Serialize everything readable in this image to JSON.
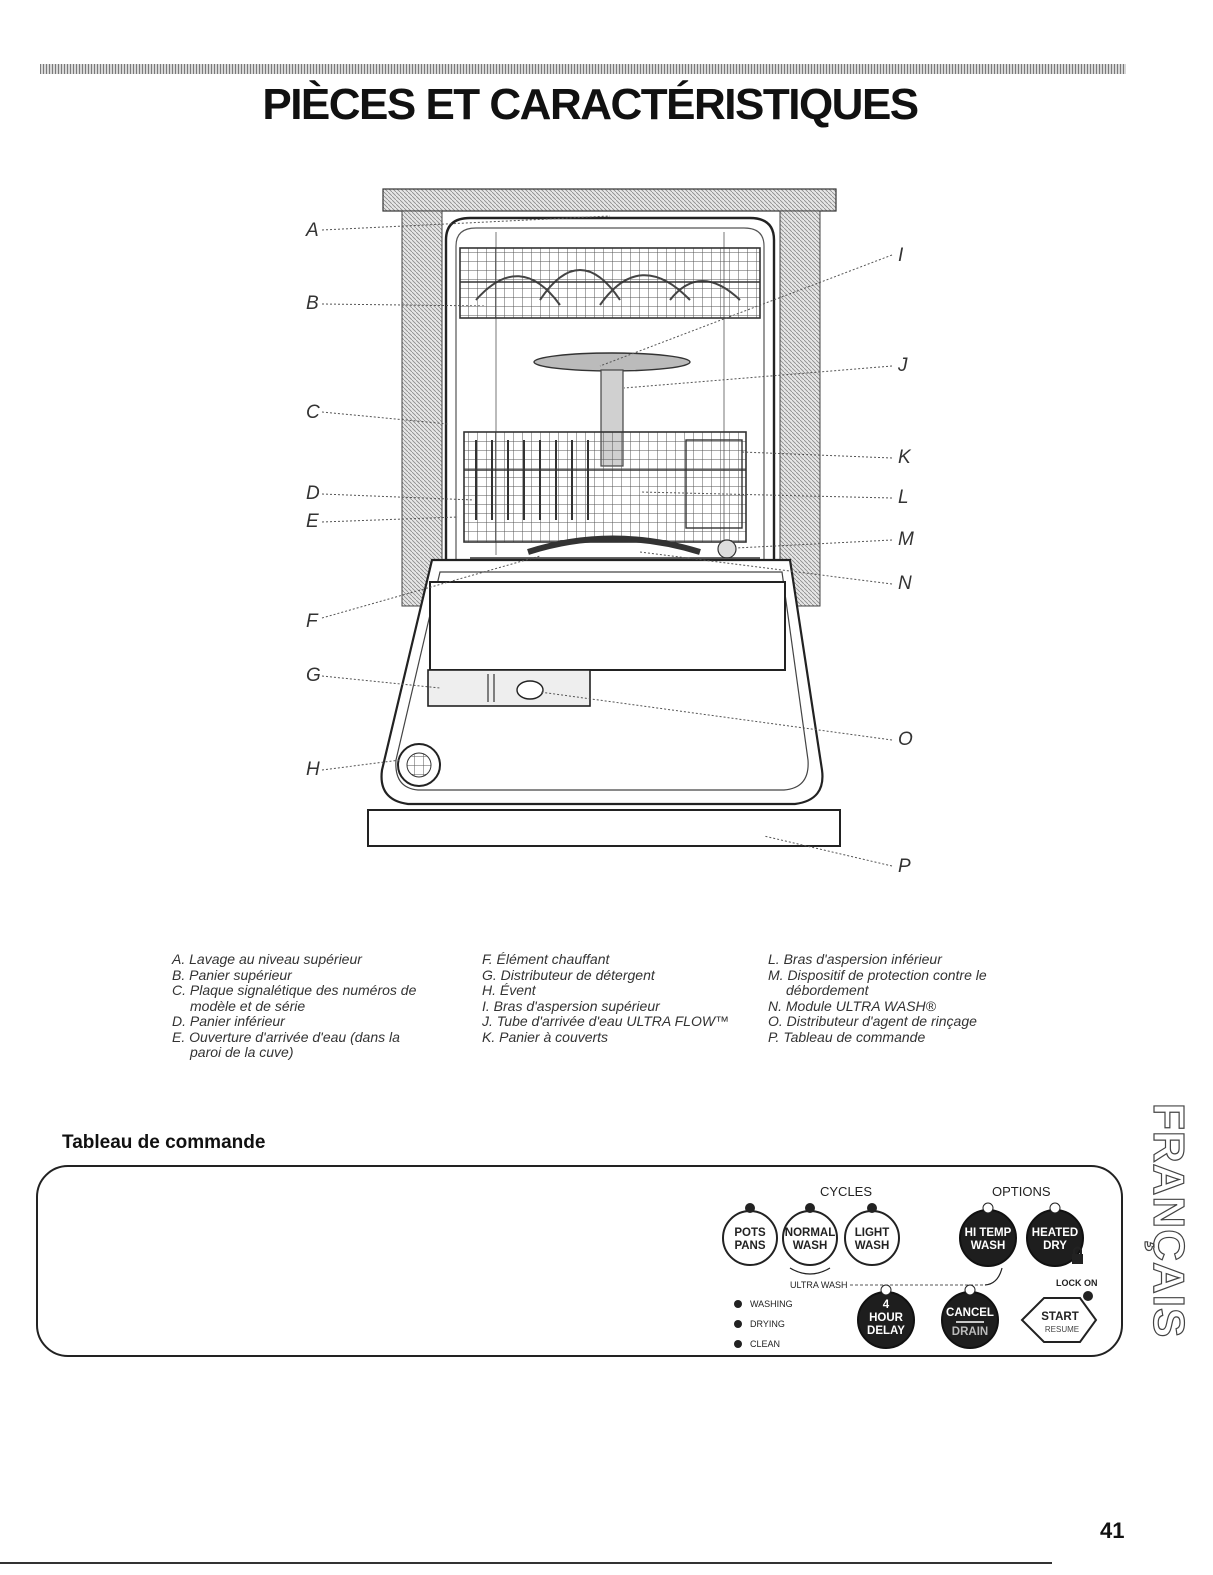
{
  "page": {
    "title": "PIÈCES ET CARACTÉRISTIQUES",
    "page_number": "41",
    "side_label": "FRANÇAIS"
  },
  "diagram": {
    "labels": [
      "A",
      "B",
      "C",
      "D",
      "E",
      "F",
      "G",
      "H",
      "I",
      "J",
      "K",
      "L",
      "M",
      "N",
      "O",
      "P"
    ]
  },
  "legend": {
    "col1": [
      "A. Lavage au niveau supérieur",
      "B. Panier supérieur",
      "C. Plaque signalétique des numéros de modèle et de série",
      "D. Panier inférieur",
      "E. Ouverture d'arrivée d'eau (dans la paroi de la cuve)"
    ],
    "col2": [
      "F. Élément chauffant",
      "G. Distributeur de détergent",
      "H. Évent",
      "I. Bras d'aspersion supérieur",
      "J. Tube d'arrivée d'eau ULTRA FLOW™",
      "K. Panier à couverts"
    ],
    "col3": [
      "L. Bras d'aspersion inférieur",
      "M. Dispositif de protection contre le débordement",
      "N. Module ULTRA WASH®",
      "O. Distributeur d'agent de rinçage",
      "P. Tableau de commande"
    ]
  },
  "control_panel": {
    "section_title": "Tableau de commande",
    "cycles_label": "CYCLES",
    "options_label": "OPTIONS",
    "pots_pans": [
      "POTS",
      "PANS"
    ],
    "normal_wash": [
      "NORMAL",
      "WASH"
    ],
    "light_wash": [
      "LIGHT",
      "WASH"
    ],
    "ultra_wash": "ULTRA WASH",
    "hi_temp_wash": [
      "HI TEMP",
      "WASH"
    ],
    "heated_dry": [
      "HEATED",
      "DRY"
    ],
    "lock_on": "LOCK ON",
    "status": [
      "WASHING",
      "DRYING",
      "CLEAN"
    ],
    "hour_delay": [
      "4",
      "HOUR",
      "DELAY"
    ],
    "cancel_drain": [
      "CANCEL",
      "DRAIN"
    ],
    "start_resume": [
      "START",
      "RESUME"
    ]
  }
}
